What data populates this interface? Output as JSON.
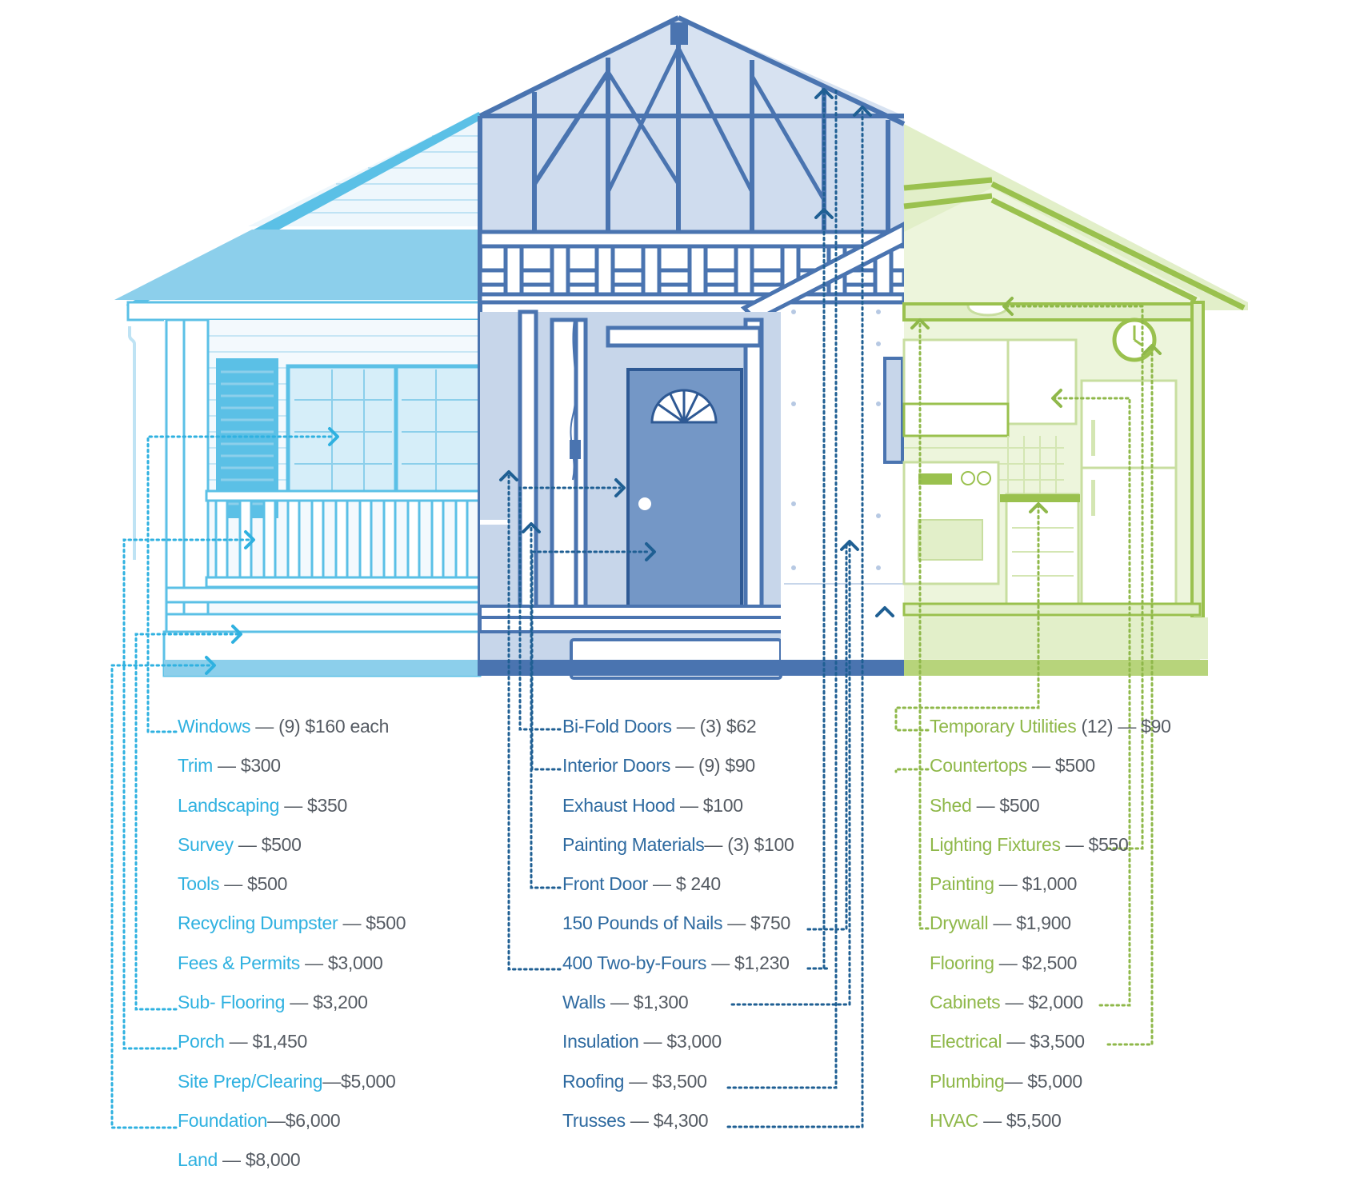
{
  "colors": {
    "light_blue": "#2fb1e0",
    "light_blue_fill": "#8ccfeb",
    "mid_blue": "#4a74b0",
    "mid_blue_fill": "#c7d6ea",
    "dark_blue_line": "#1f5f93",
    "green": "#9ac14e",
    "green_fill": "#e2efc9",
    "text_gray": "#555b63"
  },
  "columns": {
    "left": [
      {
        "label": "Windows",
        "sep": " — ",
        "cost": "(9) $160 each"
      },
      {
        "label": "Trim",
        "sep": " — ",
        "cost": "$300"
      },
      {
        "label": "Landscaping",
        "sep": " — ",
        "cost": "$350"
      },
      {
        "label": "Survey",
        "sep": " — ",
        "cost": "$500"
      },
      {
        "label": "Tools",
        "sep": " — ",
        "cost": "$500"
      },
      {
        "label": "Recycling Dumpster",
        "sep": " — ",
        "cost": "$500"
      },
      {
        "label": "Fees & Permits",
        "sep": " — ",
        "cost": "$3,000"
      },
      {
        "label": "Sub- Flooring",
        "sep": " — ",
        "cost": "$3,200"
      },
      {
        "label": "Porch",
        "sep": " — ",
        "cost": "$1,450"
      },
      {
        "label": "Site Prep/Clearing",
        "sep": "—",
        "cost": "$5,000"
      },
      {
        "label": "Foundation",
        "sep": "—",
        "cost": "$6,000"
      },
      {
        "label": "Land",
        "sep": " — ",
        "cost": "$8,000"
      }
    ],
    "middle": [
      {
        "label": "Bi-Fold Doors",
        "sep": " — ",
        "cost": "(3) $62"
      },
      {
        "label": "Interior Doors",
        "sep": " — ",
        "cost": "(9) $90"
      },
      {
        "label": "Exhaust Hood",
        "sep": " — ",
        "cost": "$100"
      },
      {
        "label": "Painting Materials",
        "sep": "— ",
        "cost": "(3) $100"
      },
      {
        "label": "Front Door",
        "sep": " — ",
        "cost": "$ 240"
      },
      {
        "label": "150 Pounds of Nails",
        "sep": " — ",
        "cost": "$750"
      },
      {
        "label": "400 Two-by-Fours",
        "sep": " — ",
        "cost": "$1,230"
      },
      {
        "label": "Walls",
        "sep": " — ",
        "cost": "$1,300"
      },
      {
        "label": "Insulation",
        "sep": " — ",
        "cost": "$3,000"
      },
      {
        "label": "Roofing",
        "sep": " — ",
        "cost": "$3,500"
      },
      {
        "label": "Trusses",
        "sep": " — ",
        "cost": "$4,300"
      }
    ],
    "right": [
      {
        "label": "Temporary Utilities",
        "sep": " (12) — ",
        "cost": "$90"
      },
      {
        "label": "Countertops",
        "sep": " — ",
        "cost": "$500"
      },
      {
        "label": "Shed",
        "sep": " — ",
        "cost": "$500"
      },
      {
        "label": "Lighting Fixtures",
        "sep": " — ",
        "cost": "$550"
      },
      {
        "label": "Painting",
        "sep": " — ",
        "cost": "$1,000"
      },
      {
        "label": "Drywall",
        "sep": " — ",
        "cost": "$1,900"
      },
      {
        "label": "Flooring",
        "sep": " — ",
        "cost": "$2,500"
      },
      {
        "label": "Cabinets",
        "sep": " — ",
        "cost": "$2,000"
      },
      {
        "label": "Electrical",
        "sep": " — ",
        "cost": "$3,500"
      },
      {
        "label": "Plumbing",
        "sep": "— ",
        "cost": "$5,000"
      },
      {
        "label": "HVAC",
        "sep": " — ",
        "cost": "$5,500"
      }
    ]
  }
}
